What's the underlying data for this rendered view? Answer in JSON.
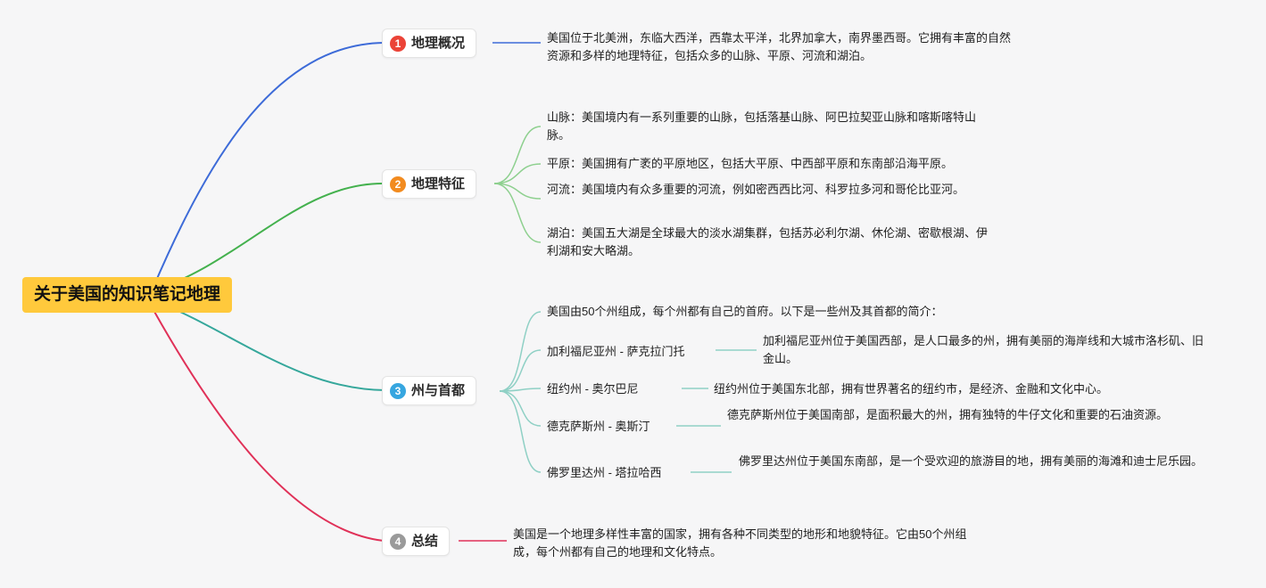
{
  "root": {
    "title": "关于美国的知识笔记地理"
  },
  "colors": {
    "root_bg": "#ffc93c",
    "branch1_line": "#3d6bd8",
    "branch2_line": "#44b14e",
    "branch2_subline": "#8ed08f",
    "branch3_line": "#35a79b",
    "branch3_subline": "#8fd0c5",
    "branch4_line": "#e03158",
    "badge1": "#eb4337",
    "badge2": "#f28b1f",
    "badge3": "#36a6e0",
    "badge4": "#9a9a9a"
  },
  "branch1": {
    "badge": "1",
    "label": "地理概况",
    "text": "美国位于北美洲，东临大西洋，西靠太平洋，北界加拿大，南界墨西哥。它拥有丰富的自然资源和多样的地理特征，包括众多的山脉、平原、河流和湖泊。"
  },
  "branch2": {
    "badge": "2",
    "label": "地理特征",
    "items": [
      {
        "text": "山脉：美国境内有一系列重要的山脉，包括落基山脉、阿巴拉契亚山脉和喀斯喀特山脉。"
      },
      {
        "text": "平原：美国拥有广袤的平原地区，包括大平原、中西部平原和东南部沿海平原。"
      },
      {
        "text": "河流：美国境内有众多重要的河流，例如密西西比河、科罗拉多河和哥伦比亚河。"
      },
      {
        "text": "湖泊：美国五大湖是全球最大的淡水湖集群，包括苏必利尔湖、休伦湖、密歇根湖、伊利湖和安大略湖。"
      }
    ]
  },
  "branch3": {
    "badge": "3",
    "label": "州与首都",
    "intro": "美国由50个州组成，每个州都有自己的首府。以下是一些州及其首都的简介：",
    "states": [
      {
        "name": "加利福尼亚州 - 萨克拉门托",
        "desc": "加利福尼亚州位于美国西部，是人口最多的州，拥有美丽的海岸线和大城市洛杉矶、旧金山。"
      },
      {
        "name": "纽约州 - 奥尔巴尼",
        "desc": "纽约州位于美国东北部，拥有世界著名的纽约市，是经济、金融和文化中心。"
      },
      {
        "name": "德克萨斯州 - 奥斯汀",
        "desc": "德克萨斯州位于美国南部，是面积最大的州，拥有独特的牛仔文化和重要的石油资源。"
      },
      {
        "name": "佛罗里达州 - 塔拉哈西",
        "desc": "佛罗里达州位于美国东南部，是一个受欢迎的旅游目的地，拥有美丽的海滩和迪士尼乐园。"
      }
    ]
  },
  "branch4": {
    "badge": "4",
    "label": "总结",
    "text": "美国是一个地理多样性丰富的国家，拥有各种不同类型的地形和地貌特征。它由50个州组成，每个州都有自己的地理和文化特点。"
  }
}
